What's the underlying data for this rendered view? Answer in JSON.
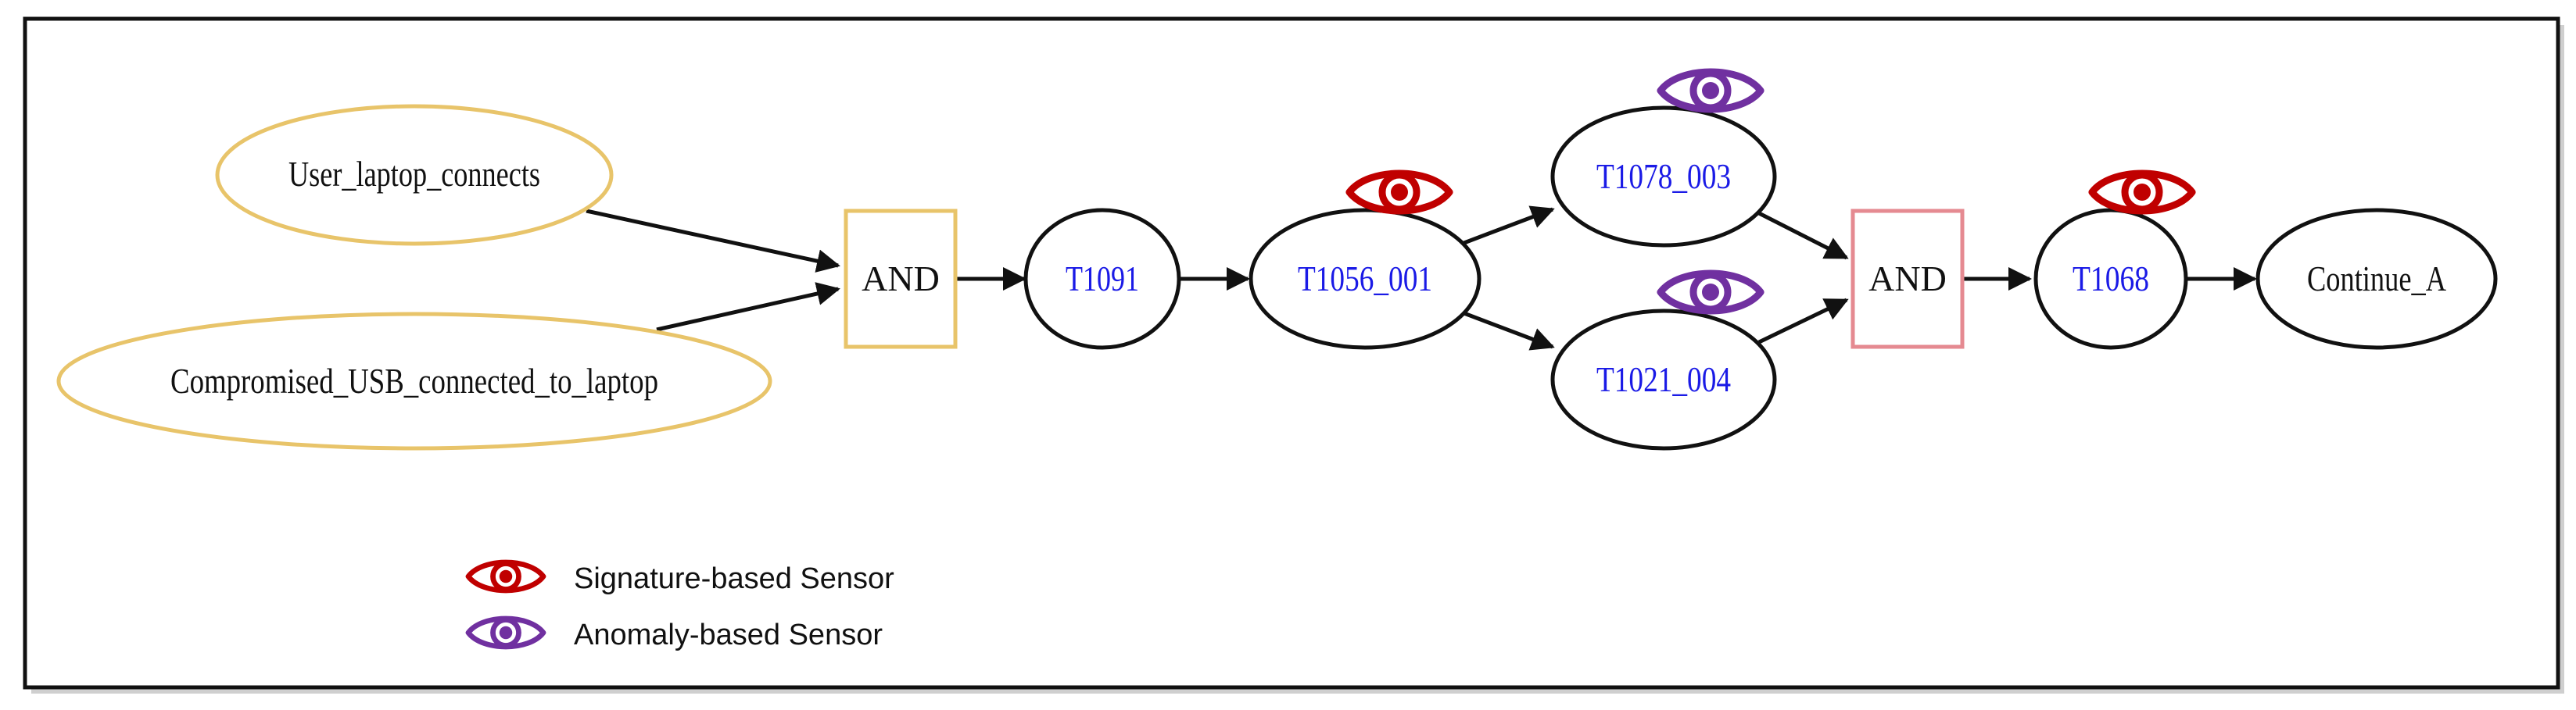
{
  "nodes": {
    "user_laptop": "User_laptop_connects",
    "compromised_usb": "Compromised_USB_connected_to_laptop",
    "and_1": "AND",
    "t1091": "T1091",
    "t1056": "T1056_001",
    "t1078": "T1078_003",
    "t1021": "T1021_004",
    "and_2": "AND",
    "t1068": "T1068",
    "continue": "Continue_A"
  },
  "legend": {
    "signature": "Signature-based Sensor",
    "anomaly": "Anomaly-based Sensor"
  },
  "colors": {
    "frame": "#111111",
    "edge": "#111111",
    "goal_node_stroke": "#e8c46a",
    "and1_stroke": "#e8c46a",
    "and2_stroke": "#e58a91",
    "technique_text": "#1a1ae6",
    "signature_sensor": "#c00000",
    "anomaly_sensor": "#7030a0"
  },
  "icons": {
    "signature": "eye-icon",
    "anomaly": "eye-icon"
  }
}
